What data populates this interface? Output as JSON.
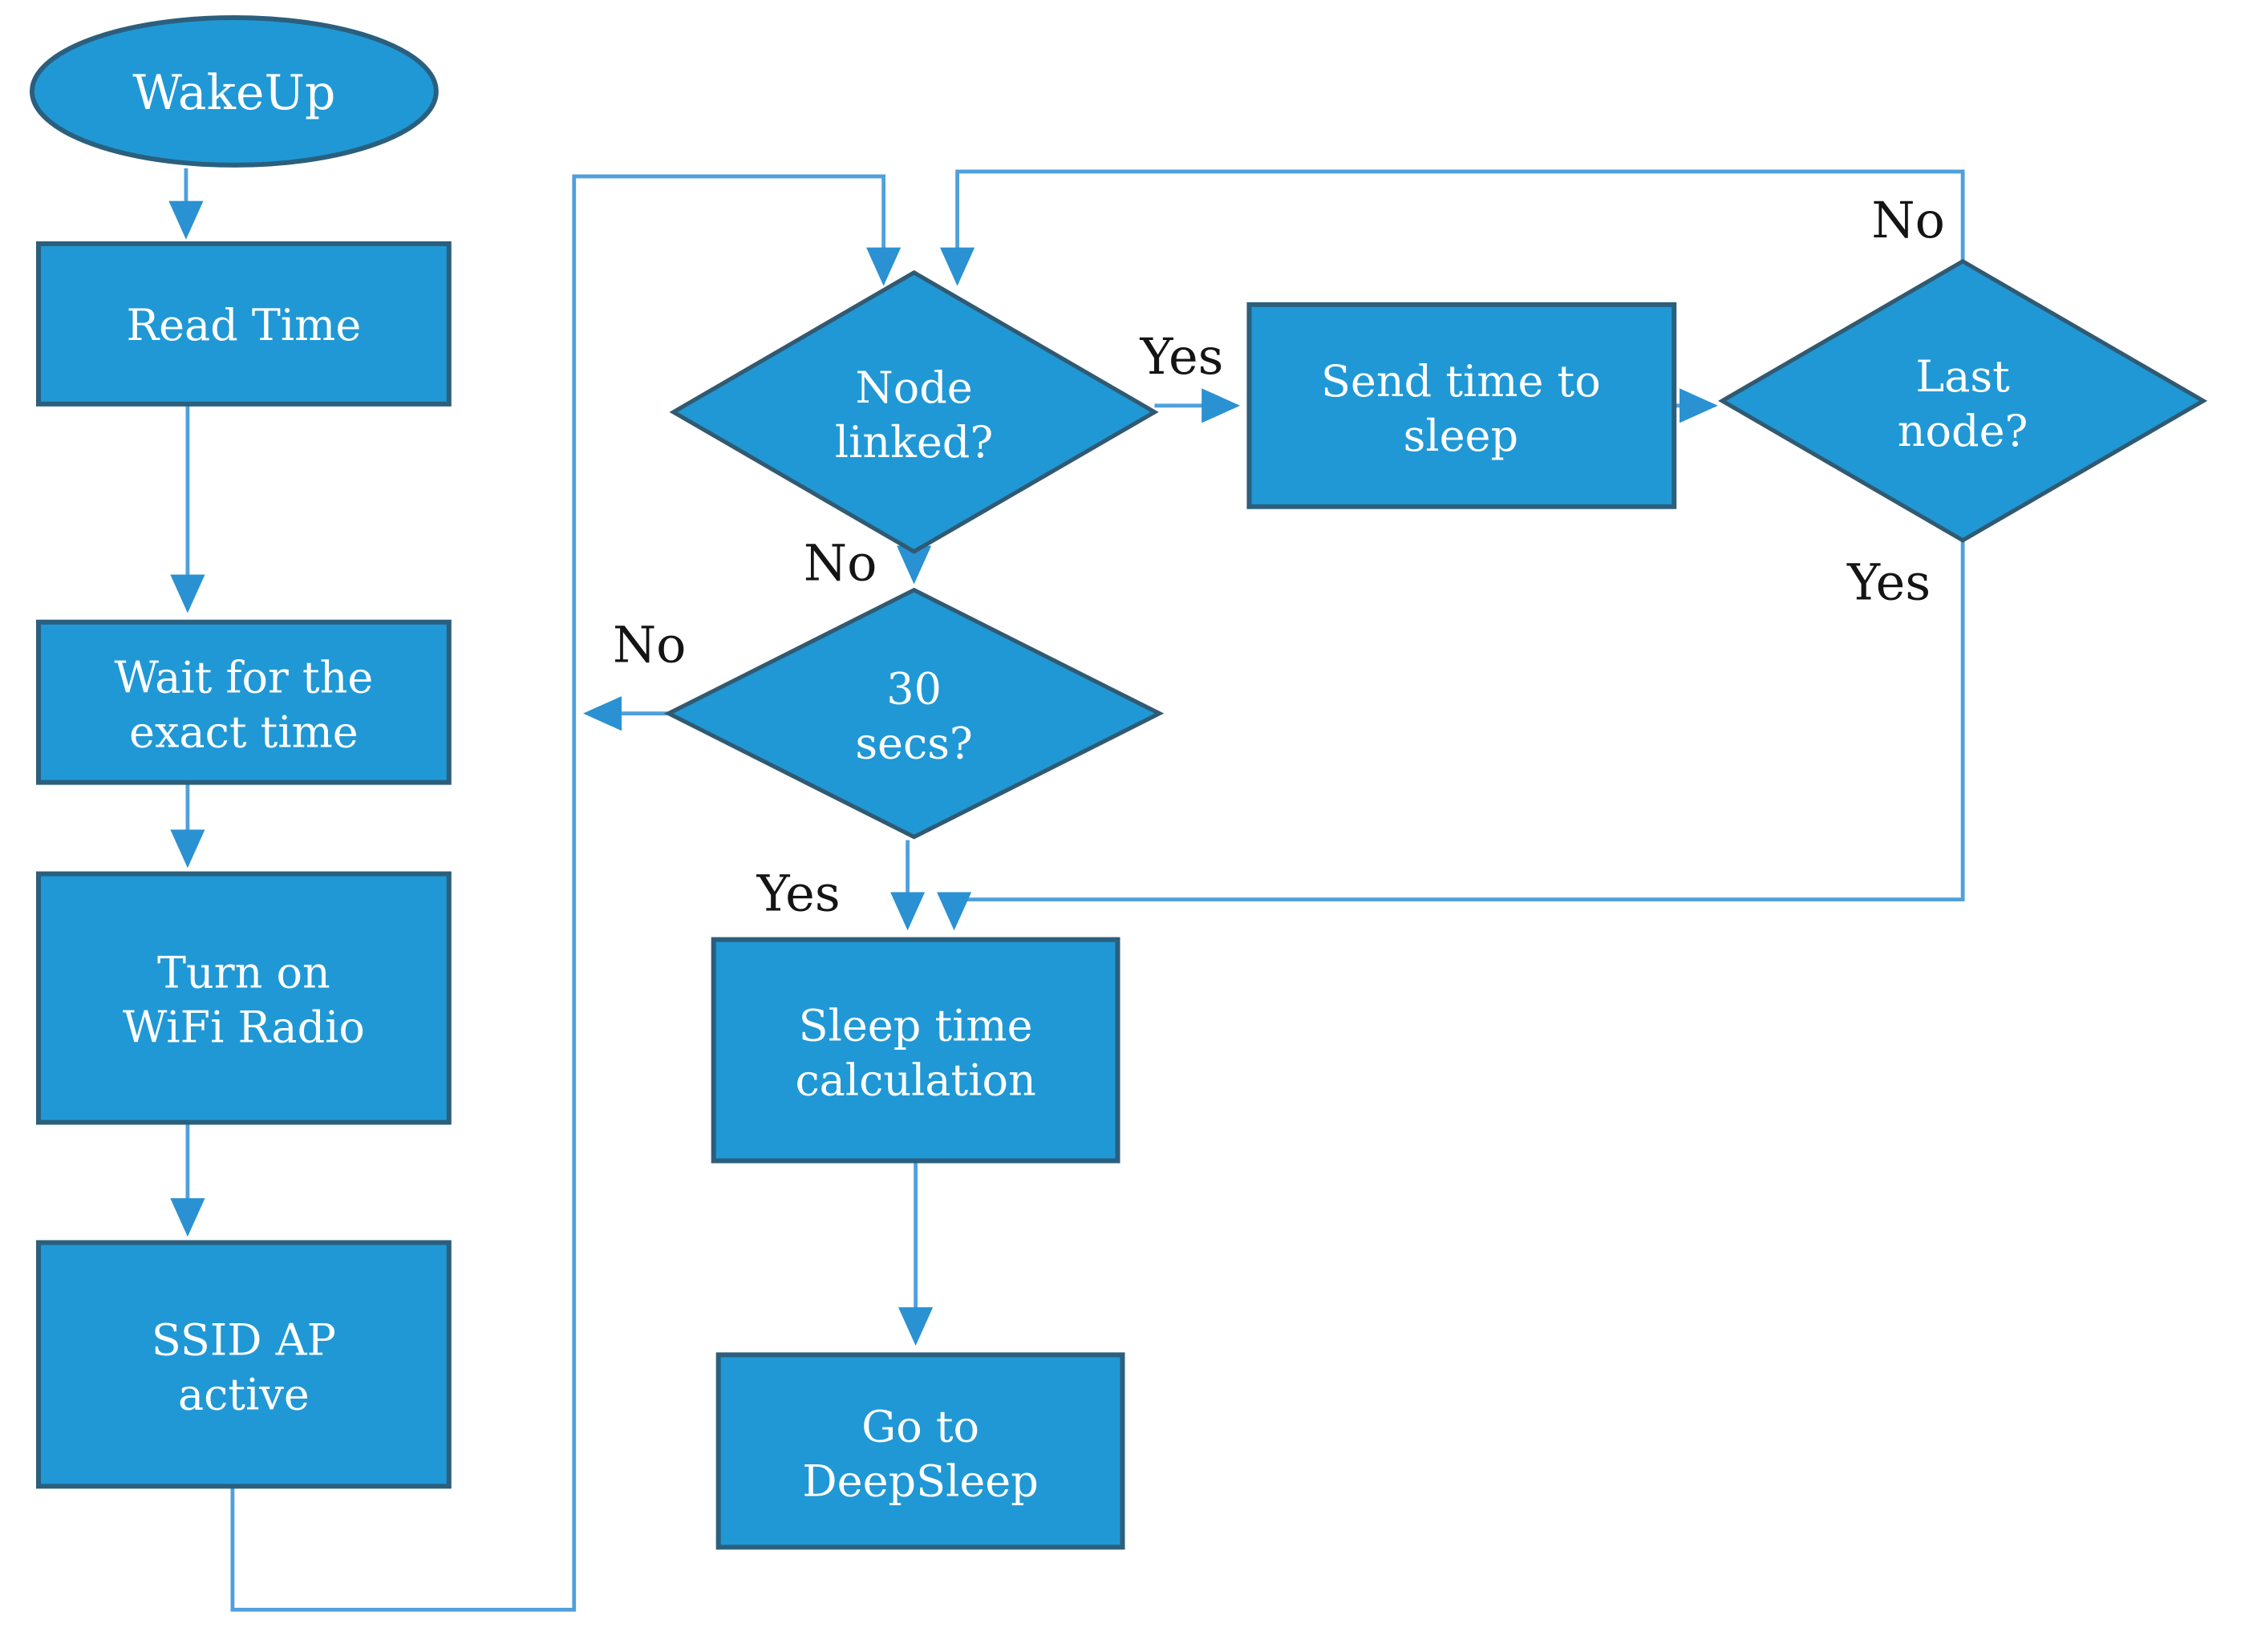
{
  "diagram": {
    "type": "flowchart",
    "background": "#ffffff",
    "colors": {
      "node_fill": "#2098d5",
      "node_border": "#2b5f7d",
      "connector": "#4fa0dc",
      "arrowhead": "#2a91d2",
      "node_text": "#ffffff",
      "label_text": "#141414"
    },
    "nodes": {
      "wakeup": {
        "shape": "terminator-ellipse",
        "label": "WakeUp"
      },
      "read_time": {
        "shape": "process",
        "label": "Read Time"
      },
      "wait_exact_time": {
        "shape": "process",
        "line1": "Wait for the",
        "line2": "exact time"
      },
      "turn_on_wifi": {
        "shape": "process",
        "line1": "Turn on",
        "line2": "WiFi Radio"
      },
      "ssid_ap_active": {
        "shape": "process",
        "line1": "SSID AP",
        "line2": "active"
      },
      "node_linked": {
        "shape": "decision",
        "line1": "Node",
        "line2": "linked?"
      },
      "send_time_to_sleep": {
        "shape": "process",
        "line1": "Send time to",
        "line2": "sleep"
      },
      "last_node": {
        "shape": "decision",
        "line1": "Last",
        "line2": "node?"
      },
      "thirty_secs": {
        "shape": "decision",
        "line1": "30",
        "line2": "secs?"
      },
      "sleep_time_calculation": {
        "shape": "process",
        "line1": "Sleep time",
        "line2": "calculation"
      },
      "go_to_deepsleep": {
        "shape": "process",
        "line1": "Go to",
        "line2": "DeepSleep"
      }
    },
    "edge_labels": {
      "node_linked_yes": "Yes",
      "node_linked_no": "No",
      "thirty_secs_no": "No",
      "thirty_secs_yes": "Yes",
      "last_node_no": "No",
      "last_node_yes": "Yes"
    }
  }
}
